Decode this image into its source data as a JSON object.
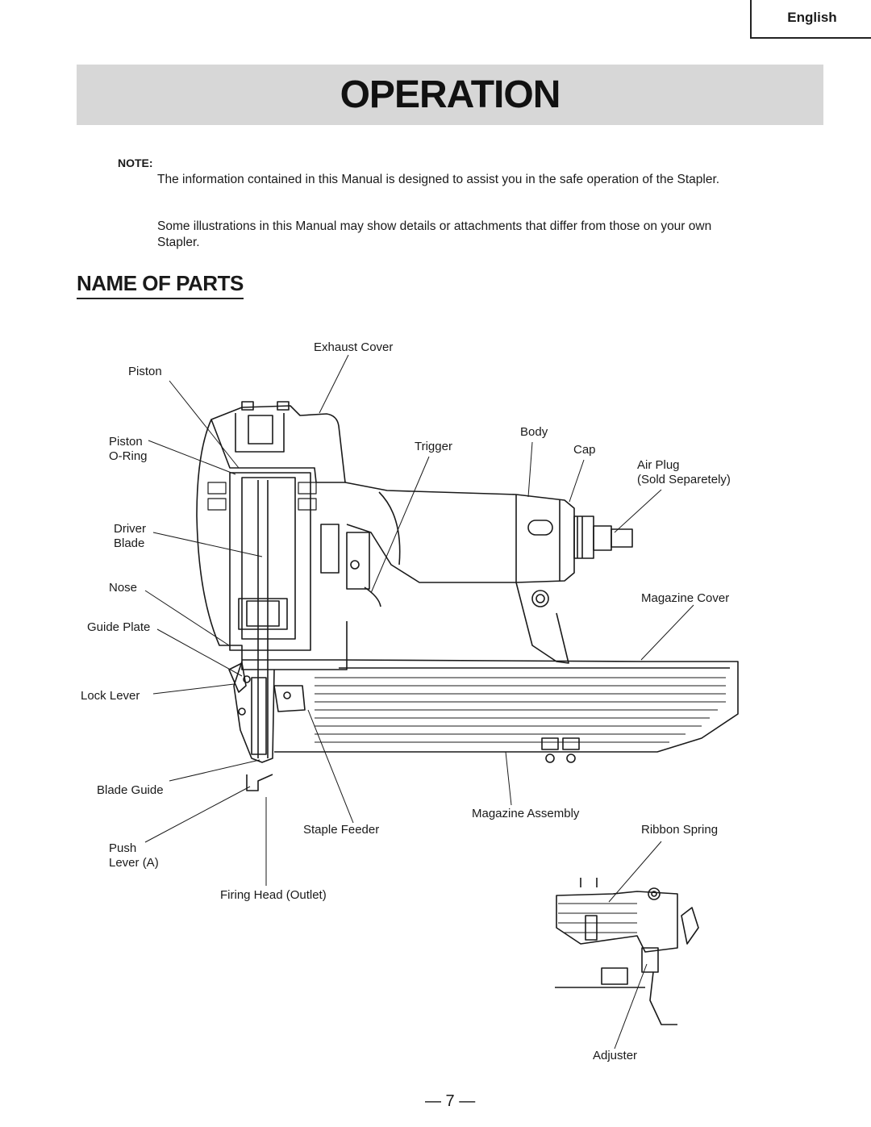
{
  "header": {
    "language": "English"
  },
  "title": "OPERATION",
  "note": {
    "heading": "NOTE:",
    "paragraph1": "The information contained in this Manual is designed to assist you in the safe operation of the Stapler.",
    "paragraph2": "Some illustrations in this Manual may show details or attachments that differ from those on your own Stapler."
  },
  "section_title": "NAME OF PARTS",
  "parts": {
    "exhaust_cover": "Exhaust Cover",
    "piston": "Piston",
    "piston_oring": "Piston\nO-Ring",
    "driver_blade": "Driver\nBlade",
    "nose": "Nose",
    "guide_plate": "Guide Plate",
    "lock_lever": "Lock Lever",
    "blade_guide": "Blade Guide",
    "push_lever": "Push\nLever (A)",
    "firing_head": "Firing Head (Outlet)",
    "staple_feeder": "Staple Feeder",
    "trigger": "Trigger",
    "body": "Body",
    "cap": "Cap",
    "air_plug": "Air Plug\n(Sold Separetely)",
    "magazine_cover": "Magazine Cover",
    "magazine_assembly": "Magazine Assembly",
    "ribbon_spring": "Ribbon Spring",
    "adjuster": "Adjuster"
  },
  "page_number": "— 7 —"
}
